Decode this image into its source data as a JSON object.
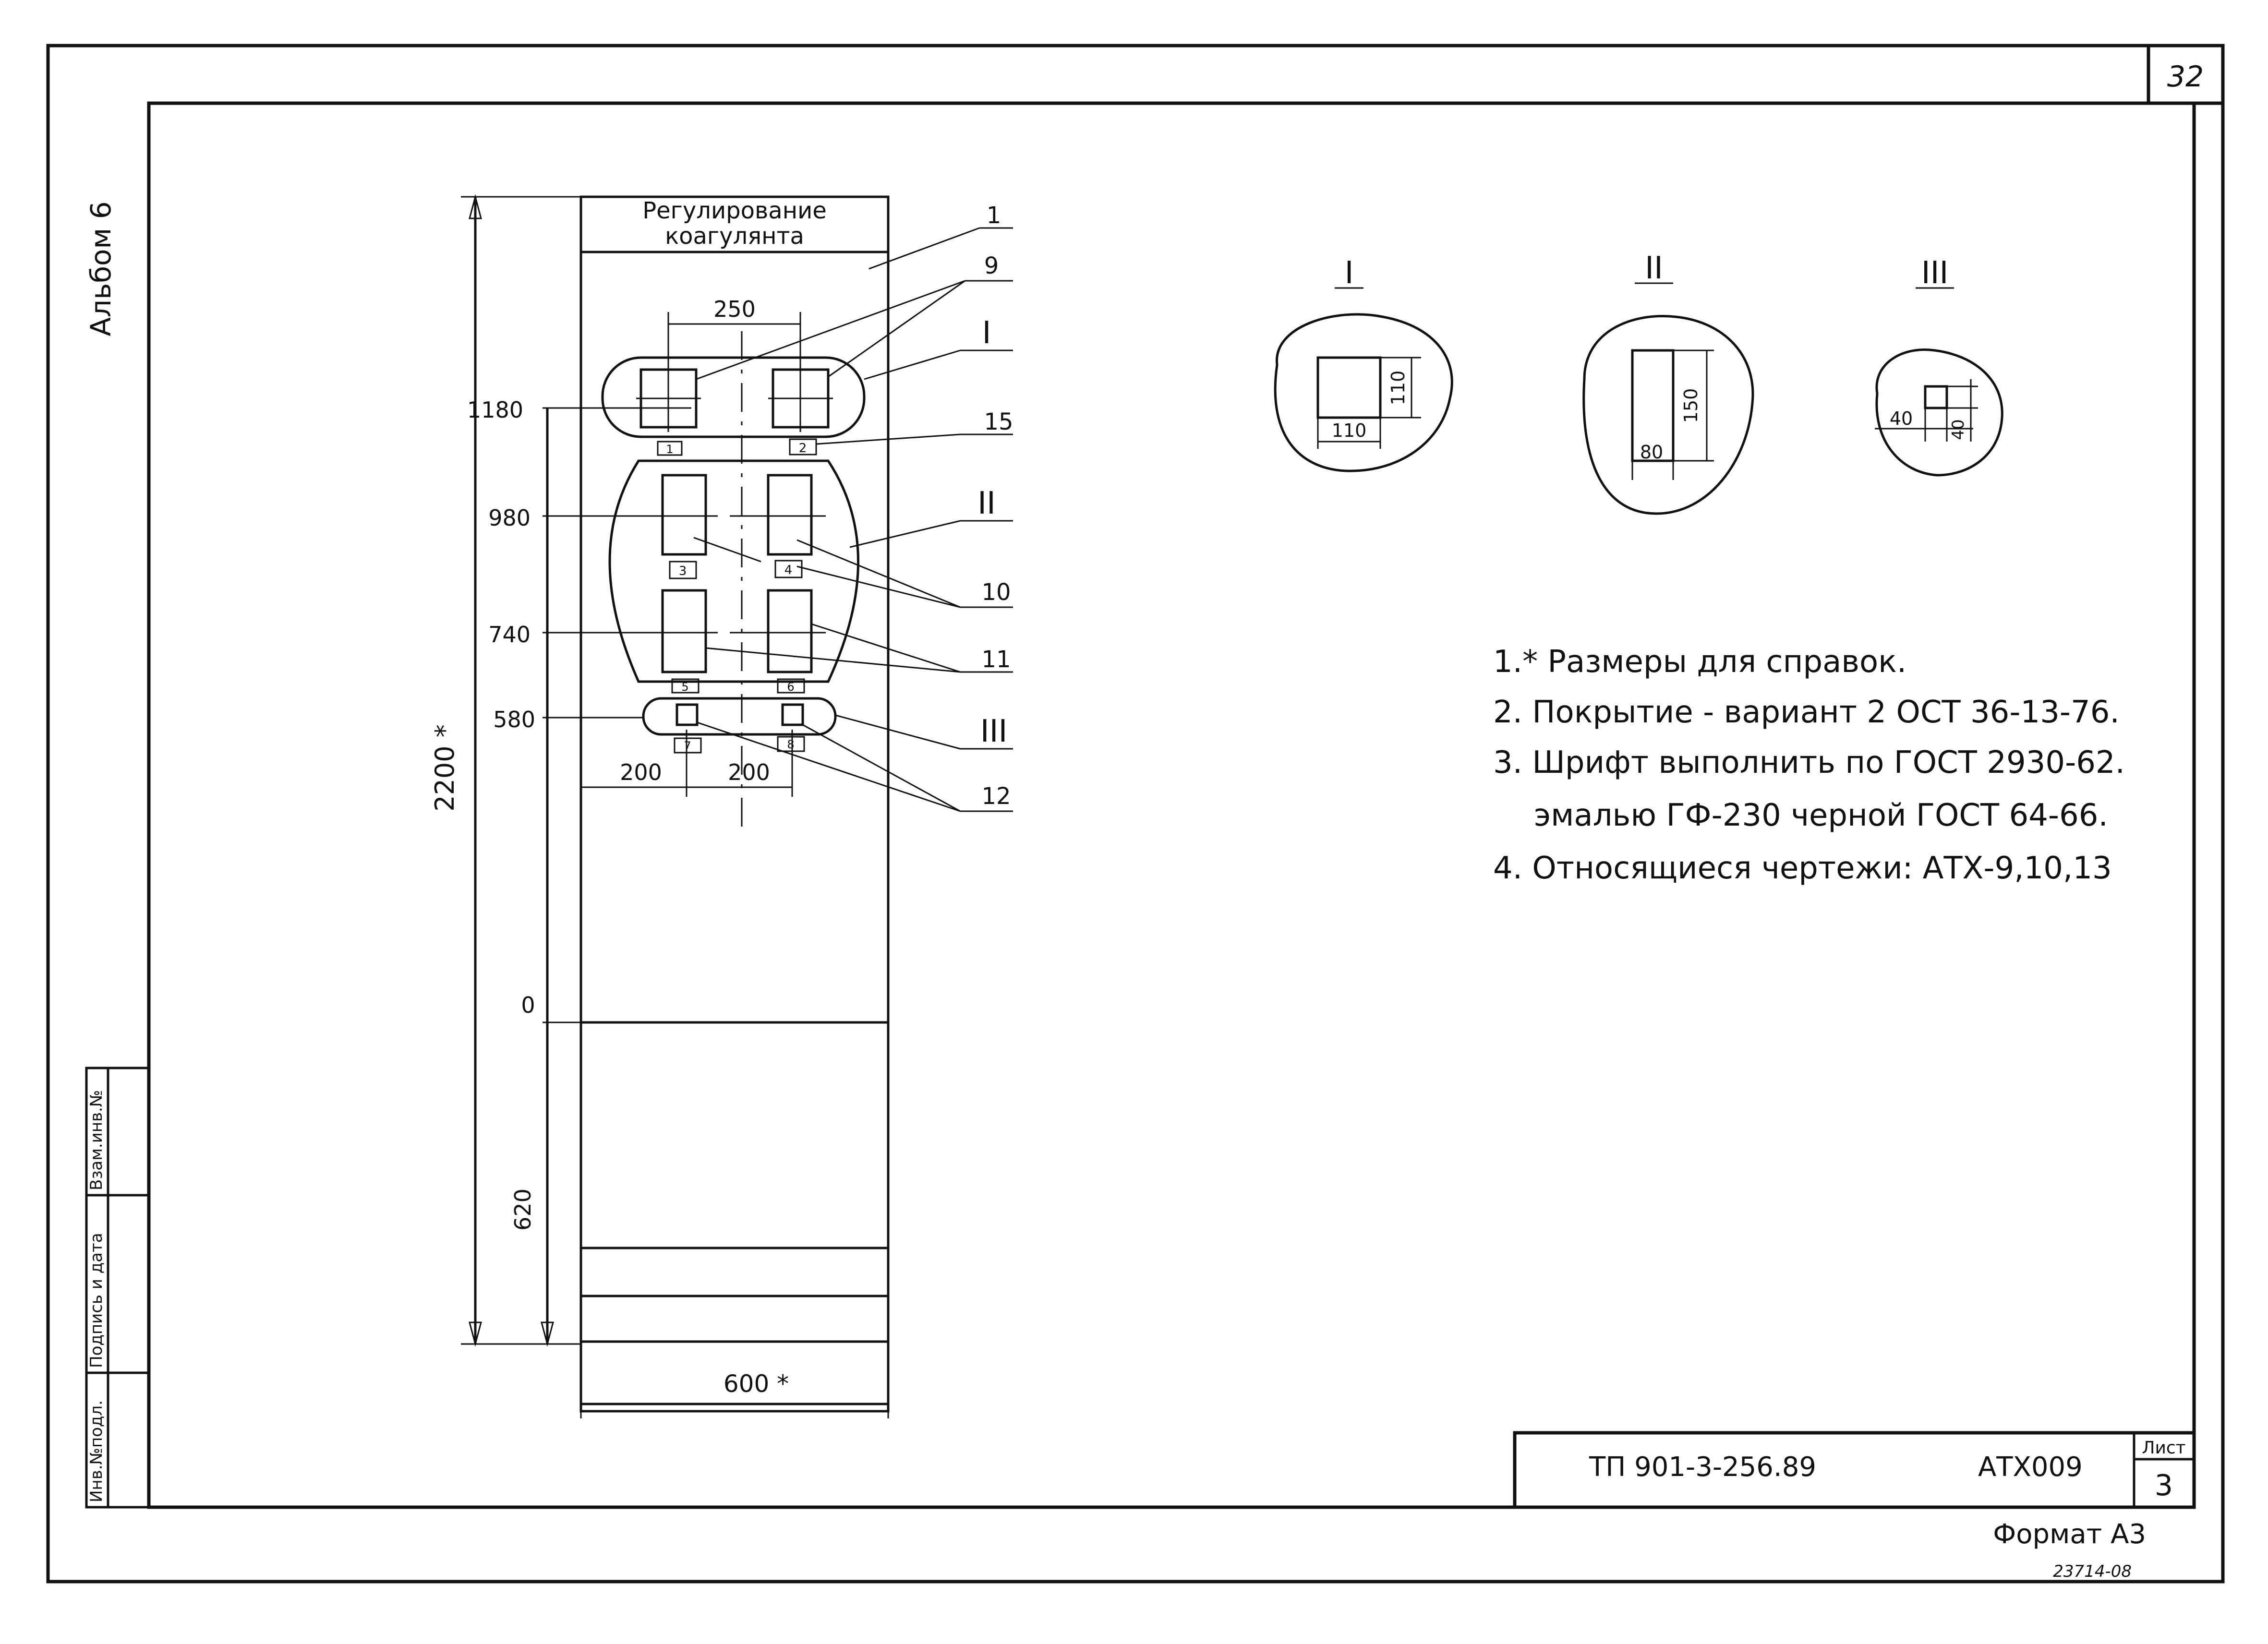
{
  "sheet": {
    "sheet_no": "32",
    "album": "Альбом 6",
    "side_stamp": [
      "Инв.№подл.",
      "Подпись и дата",
      "Взам.инв.№"
    ],
    "format": "Формат А3",
    "footer_code": "23714-08"
  },
  "panel": {
    "title_line1": "Регулирование",
    "title_line2": "коагулянта",
    "overall_height": "2200 *",
    "width": "600 *",
    "spacing_top": "250",
    "spacing_left": "200",
    "spacing_right": "200",
    "level_1180": "1180",
    "level_980": "980",
    "level_740": "740",
    "level_580": "580",
    "level_0": "0",
    "base_height": "620",
    "tags": [
      "1",
      "2",
      "3",
      "4",
      "5",
      "6",
      "7",
      "8"
    ]
  },
  "leaders": {
    "p1": "1",
    "p9": "9",
    "pI": "I",
    "p15": "15",
    "pII": "II",
    "p10": "10",
    "p11": "11",
    "pIII": "III",
    "p12": "12"
  },
  "details": [
    {
      "roman": "I",
      "w": "110",
      "h": "110"
    },
    {
      "roman": "II",
      "w": "80",
      "h": "150"
    },
    {
      "roman": "III",
      "w": "40",
      "h": "40"
    }
  ],
  "notes": [
    "1.* Размеры для справок.",
    "2. Покрытие - вариант 2 ОСТ 36-13-76.",
    "3. Шрифт выполнить по ГОСТ 2930-62.",
    "эмалью ГФ-230 черной ГОСТ 64-66.",
    "4. Относящиеся чертежи: АТХ-9,10,13"
  ],
  "title_block": {
    "doc": "ТП 901-3-256.89",
    "code": "АТХ009",
    "sheet_label": "Лист",
    "sheet_value": "3"
  }
}
